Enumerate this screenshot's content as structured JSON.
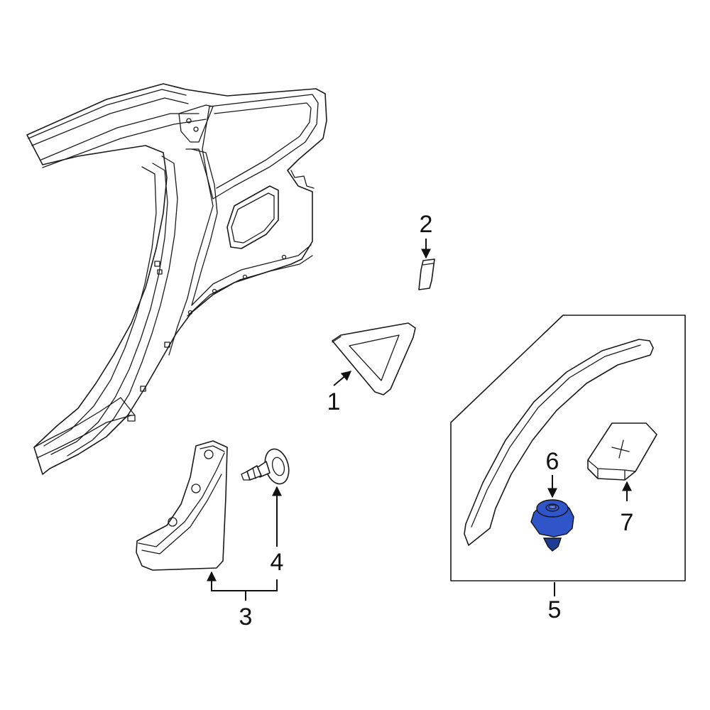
{
  "callouts": {
    "c1": "1",
    "c2": "2",
    "c3": "3",
    "c4": "4",
    "c5": "5",
    "c6": "6",
    "c7": "7"
  },
  "colors": {
    "highlight_part": "#2f55c8",
    "highlight_part_dark": "#1f3c94",
    "line": "#1a1a1a",
    "background": "#ffffff"
  },
  "highlighted_callout": "6"
}
